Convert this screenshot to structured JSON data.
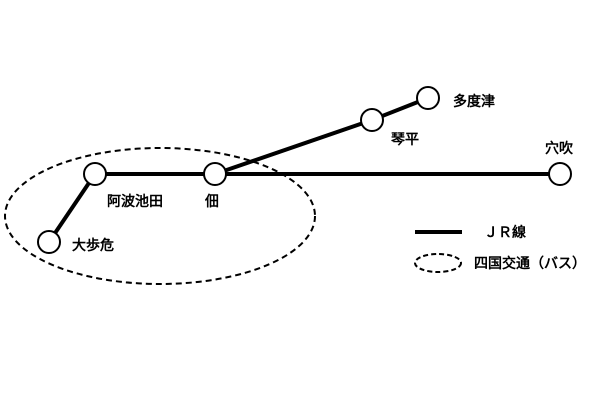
{
  "diagram": {
    "stations": {
      "oboke": "大歩危",
      "awa_ikeda": "阿波池田",
      "tsukuda": "佃",
      "kotohira": "琴平",
      "tadotsu": "多度津",
      "anabuki": "穴吹"
    },
    "legend": {
      "jr_line": "ＪＲ線",
      "bus": "四国交通（バス）"
    },
    "colors": {
      "line": "#000000",
      "station_fill": "#ffffff",
      "background": "#ffffff"
    }
  }
}
